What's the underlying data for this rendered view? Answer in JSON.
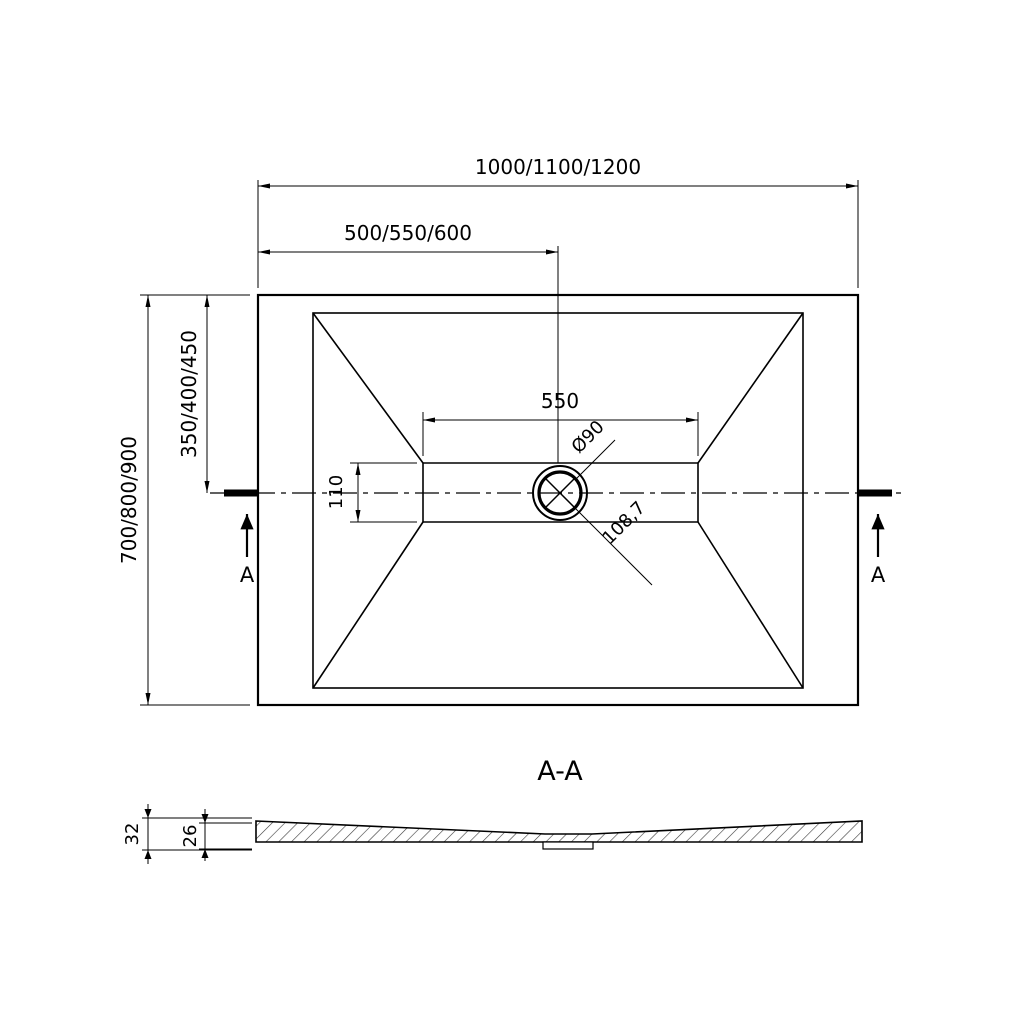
{
  "top_view": {
    "dims": {
      "width_total": "1000/1100/1200",
      "width_half": "500/550/600",
      "height_total": "700/800/900",
      "height_half": "350/400/450",
      "channel_width": "550",
      "channel_height": "110",
      "drain_diameter": "Ø90",
      "drain_diagonal": "108,7"
    },
    "section_label_left": "A",
    "section_label_right": "A"
  },
  "section_view": {
    "title": "A-A",
    "dims": {
      "total_height": "32",
      "shell_height": "26"
    }
  }
}
